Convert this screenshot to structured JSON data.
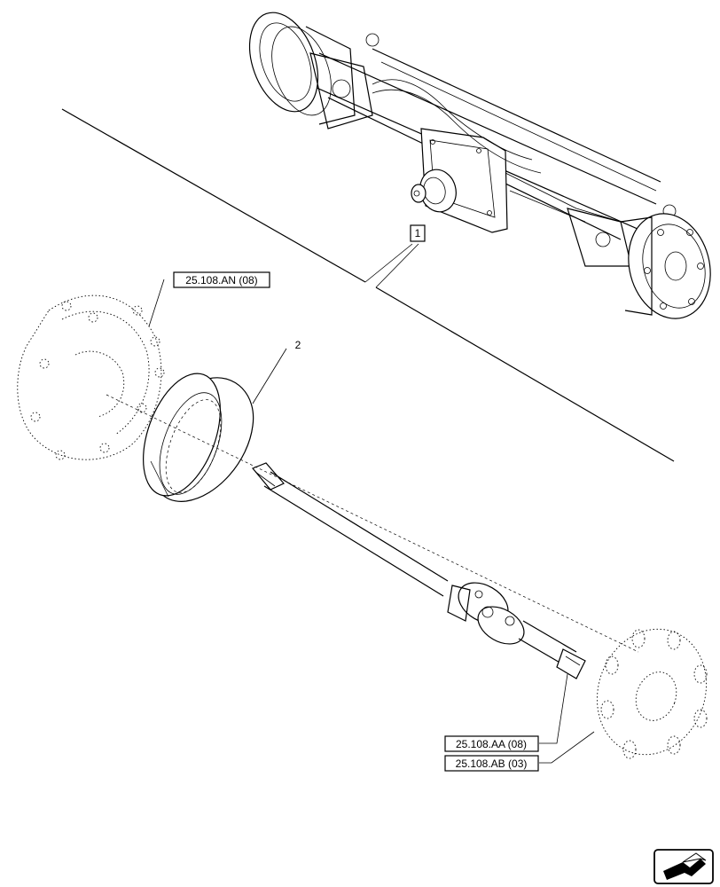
{
  "callouts": {
    "item_1": "1",
    "item_2": "2",
    "ref_an": "25.108.AN (08)",
    "ref_aa": "25.108.AA (08)",
    "ref_ab": "25.108.AB (03)"
  },
  "icons": {
    "corner": "navigation-arrow-icon"
  }
}
